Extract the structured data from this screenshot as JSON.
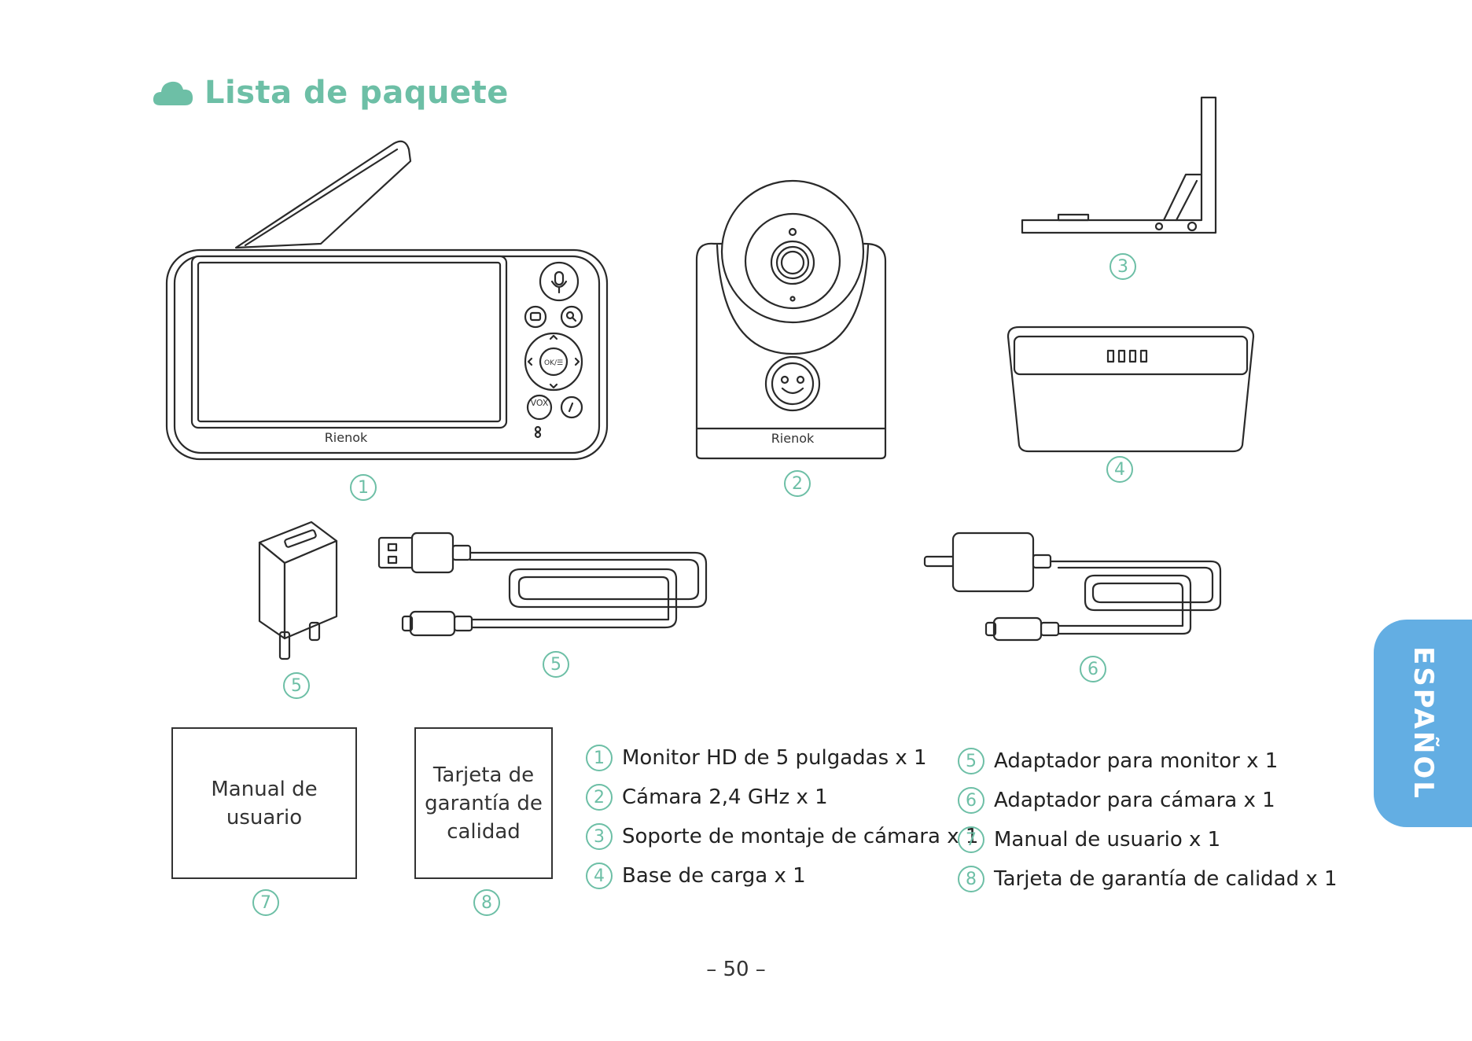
{
  "header": {
    "title": "Lista de paquete",
    "icon": "cloud-icon"
  },
  "brand_name": "Rienok",
  "monitor_buttons": {
    "ok": "OK/☰",
    "vox": "VOX"
  },
  "callouts": [
    "1",
    "2",
    "3",
    "4",
    "5",
    "5",
    "6",
    "7",
    "8"
  ],
  "boxes": {
    "manual": {
      "line1": "Manual de",
      "line2": "usuario"
    },
    "warranty": {
      "line1": "Tarjeta de",
      "line2": "garantía de",
      "line3": "calidad"
    }
  },
  "list_left": [
    {
      "num": "1",
      "text": "Monitor HD de 5 pulgadas x 1"
    },
    {
      "num": "2",
      "text": "Cámara 2,4 GHz x 1"
    },
    {
      "num": "3",
      "text": "Soporte de montaje de cámara x 1"
    },
    {
      "num": "4",
      "text": "Base de carga x 1"
    }
  ],
  "list_right": [
    {
      "num": "5",
      "text": "Adaptador para monitor x 1"
    },
    {
      "num": "6",
      "text": "Adaptador para cámara x 1"
    },
    {
      "num": "7",
      "text": "Manual de usuario x 1"
    },
    {
      "num": "8",
      "text": "Tarjeta de garantía de calidad x 1"
    }
  ],
  "side_tab": "ESPAÑOL",
  "page_number": "– 50 –",
  "colors": {
    "accent": "#6dbfa6",
    "tab": "#63aee3",
    "line": "#2a2a2a"
  }
}
